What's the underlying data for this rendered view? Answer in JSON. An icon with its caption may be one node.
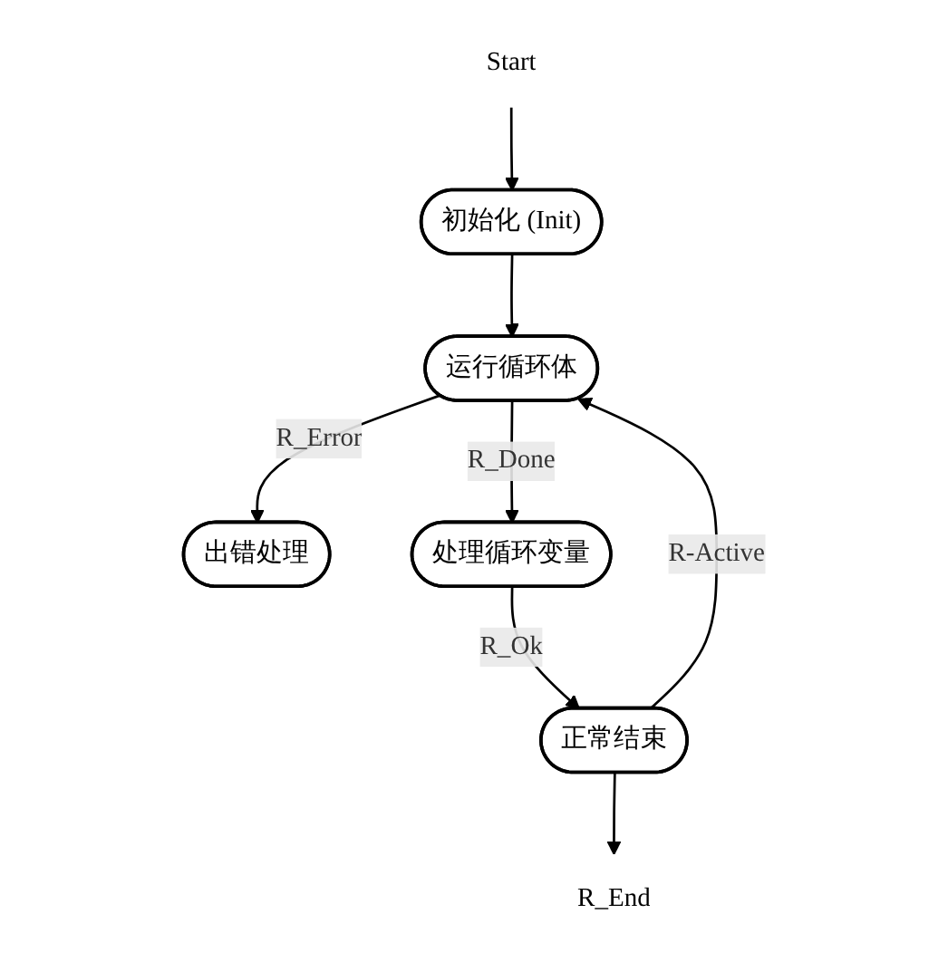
{
  "diagram": {
    "nodes": [
      {
        "text": [
          "Start"
        ]
      },
      {
        "text": [
          "初始化 (Init)"
        ]
      },
      {
        "text": [
          "运行循环体"
        ]
      },
      {
        "text": [
          "出错处理"
        ]
      },
      {
        "text": [
          "处理循环变量"
        ]
      },
      {
        "text": [
          "正常结束"
        ]
      },
      {
        "text": [
          "R_End"
        ]
      }
    ],
    "edges": [
      {
        "from": 0,
        "to": 1,
        "arrow": "to"
      },
      {
        "from": 1,
        "to": 2,
        "arrow": "to"
      },
      {
        "from": 2,
        "to": 3,
        "arrow": "to",
        "label": "R_Error"
      },
      {
        "from": 2,
        "to": 4,
        "arrow": "to",
        "label": "R_Done"
      },
      {
        "from": 4,
        "to": 5,
        "arrow": "to",
        "label": "R_Ok"
      },
      {
        "from": 5,
        "to": 2,
        "arrow": "to",
        "label": "R-Active"
      },
      {
        "from": 5,
        "to": 6,
        "arrow": "to"
      }
    ]
  }
}
